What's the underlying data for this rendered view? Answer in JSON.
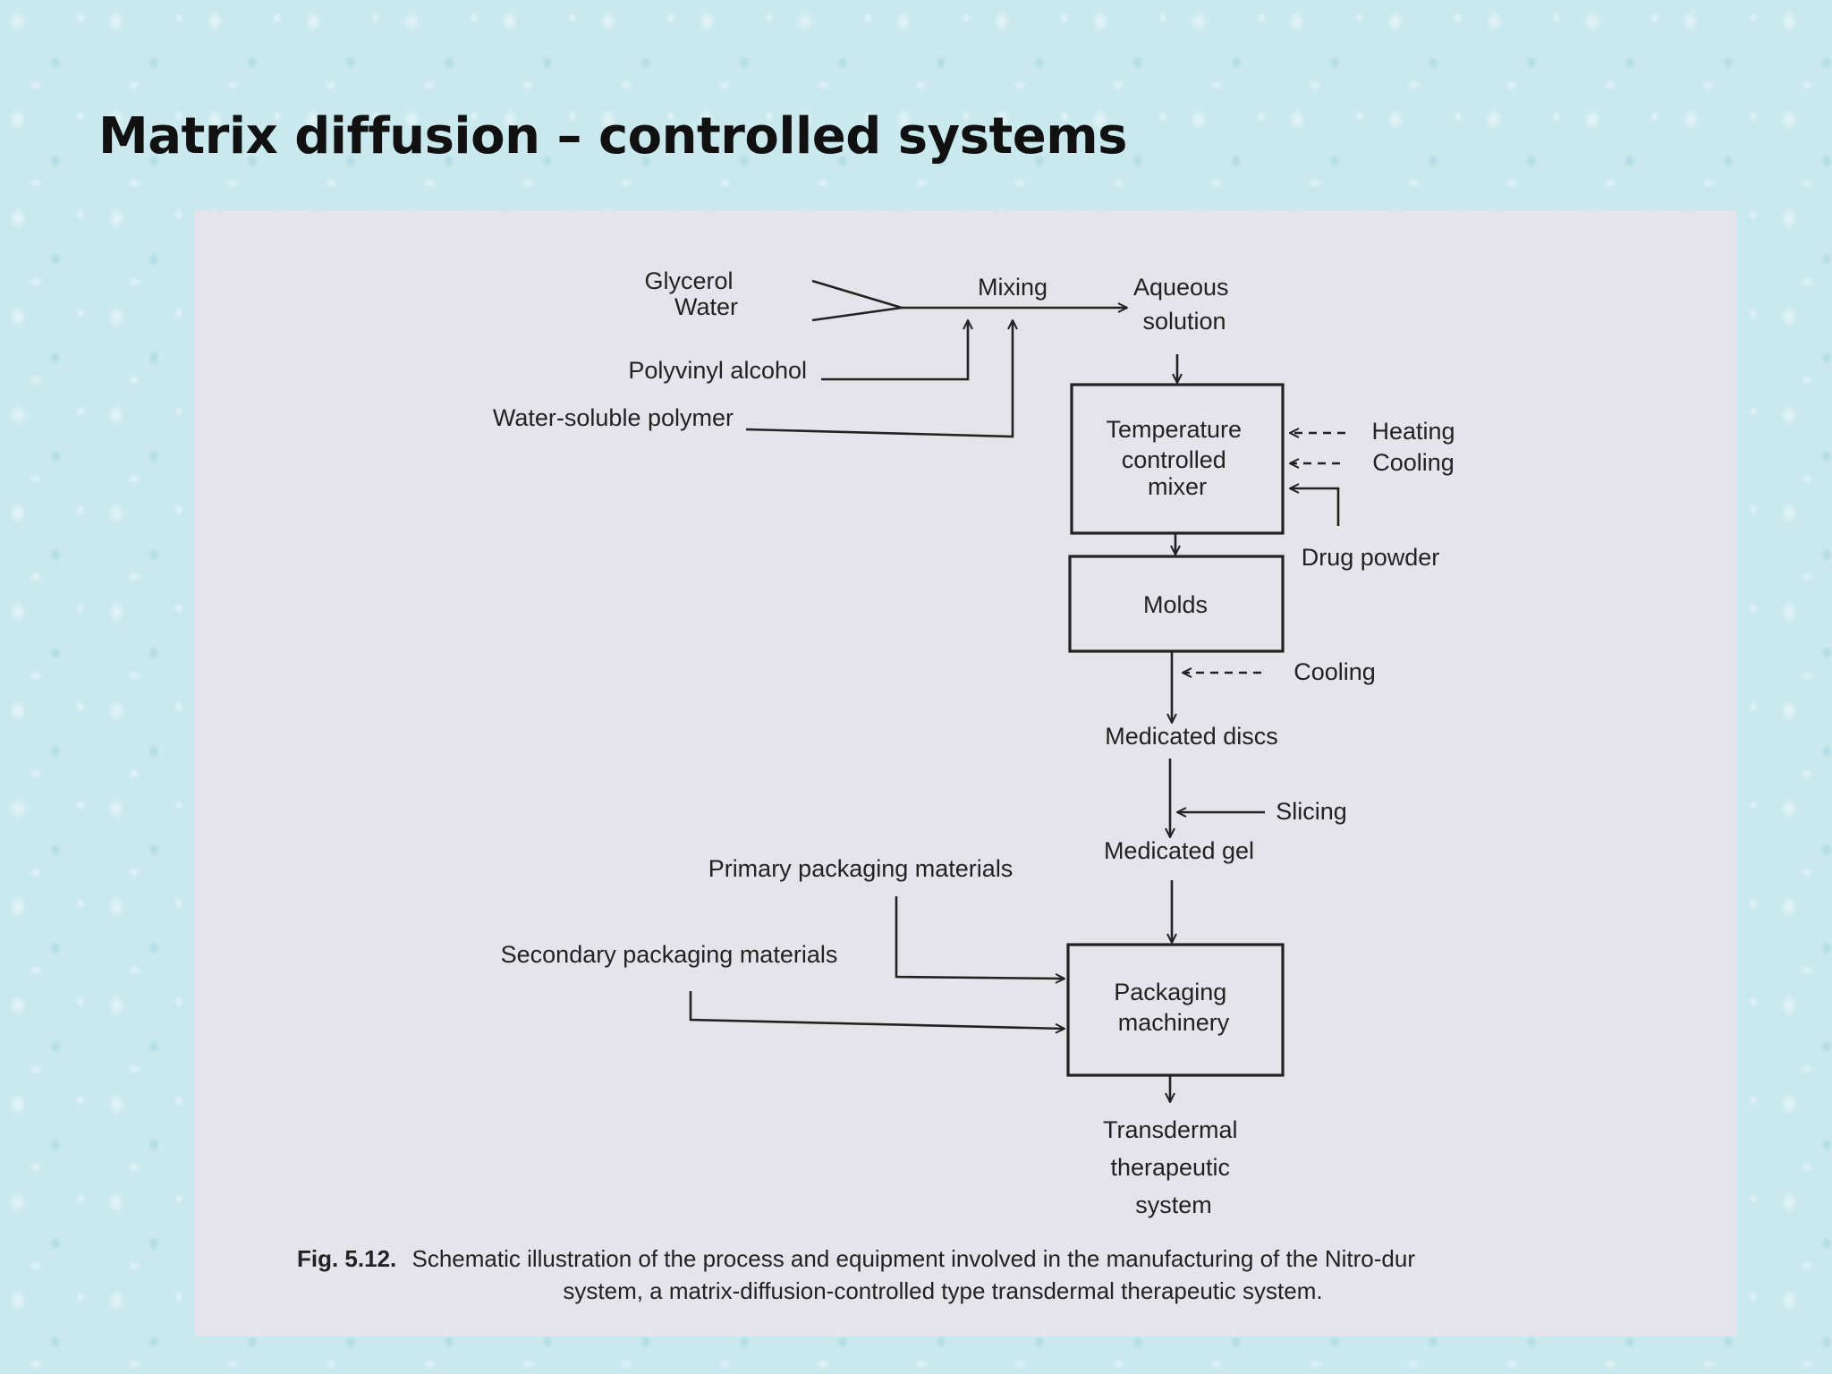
{
  "slide": {
    "title": "Matrix diffusion – controlled systems"
  },
  "diagram": {
    "inputs": {
      "glycerol": "Glycerol",
      "water": "Water",
      "polyvinyl_alcohol": "Polyvinyl alcohol",
      "water_soluble_polymer": "Water-soluble polymer"
    },
    "mixing": "Mixing",
    "aqueous_solution": [
      "Aqueous",
      "solution"
    ],
    "mixer_box": [
      "Temperature",
      "controlled",
      "mixer"
    ],
    "heating": "Heating",
    "cooling_mixer": "Cooling",
    "drug_powder": "Drug powder",
    "molds_box": "Molds",
    "cooling_molds": "Cooling",
    "medicated_discs": "Medicated discs",
    "slicing": "Slicing",
    "medicated_gel": "Medicated gel",
    "primary_packaging": "Primary packaging materials",
    "secondary_packaging": "Secondary packaging materials",
    "packaging_box": [
      "Packaging",
      "machinery"
    ],
    "output": [
      "Transdermal",
      "therapeutic",
      "system"
    ]
  },
  "caption": {
    "label": "Fig. 5.12.",
    "line1": "Schematic illustration of the process and equipment involved in the manufacturing of the Nitro-dur",
    "line2": "system, a matrix-diffusion-controlled type transdermal therapeutic system."
  }
}
